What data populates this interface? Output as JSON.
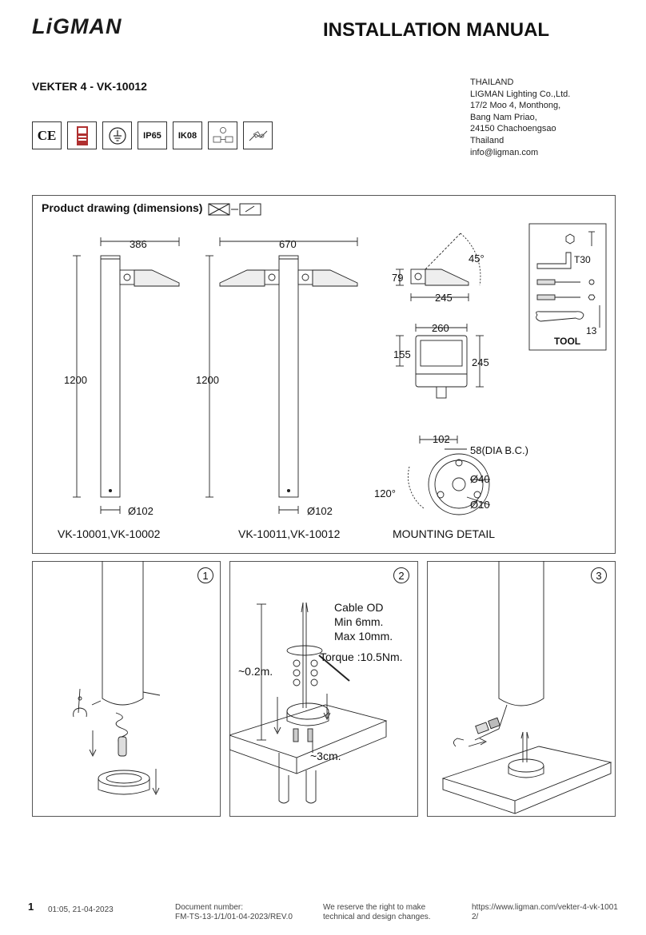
{
  "header": {
    "brand": "LiGMAN",
    "doc_title": "INSTALLATION MANUAL",
    "product": "VEKTER 4 - VK-10012"
  },
  "address": [
    "THAILAND",
    "LIGMAN Lighting Co.,Ltd.",
    "17/2 Moo 4, Monthong,",
    "Bang Nam Priao,",
    "24150 Chachoengsao",
    "Thailand",
    "info@ligman.com"
  ],
  "certs": {
    "ce": "CE",
    "ip": "IP65",
    "ik": "IK08"
  },
  "drawing": {
    "title": "Product drawing (dimensions)",
    "dim_386": "386",
    "dim_670": "670",
    "dim_1200_a": "1200",
    "dim_1200_b": "1200",
    "dia_a": "Ø102",
    "dia_b": "Ø102",
    "model_a": "VK-10001,VK-10002",
    "model_b": "VK-10011,VK-10012",
    "angle_45": "45°",
    "dim_79": "79",
    "dim_245_w": "245",
    "dim_260": "260",
    "dim_155": "155",
    "dim_245_h": "245",
    "tool_t30": "T30",
    "tool_13": "13",
    "tool_label": "TOOL",
    "mount_102": "102",
    "mount_58": "58(DIA B.C.)",
    "mount_d40": "Ø40",
    "mount_d10": "Ø10",
    "mount_120": "120°",
    "mount_label": "MOUNTING DETAIL"
  },
  "steps": {
    "s1": "1",
    "s2": "2",
    "s3": "3",
    "cable_od": "Cable OD",
    "cable_min": "Min 6mm.",
    "cable_max": "Max 10mm.",
    "torque": "Torque :10.5Nm.",
    "height_02": "~0.2m.",
    "height_3": "~3cm."
  },
  "footer": {
    "page": "1",
    "timestamp": "01:05, 21-04-2023",
    "doc_number_label": "Document number:",
    "doc_number": "FM-TS-13-1/1/01-04-2023/REV.0",
    "reserve_1": "We reserve the right to make",
    "reserve_2": "technical and design changes.",
    "url_1": "https://www.ligman.com/vekter-4-vk-1001",
    "url_2": "2/"
  }
}
